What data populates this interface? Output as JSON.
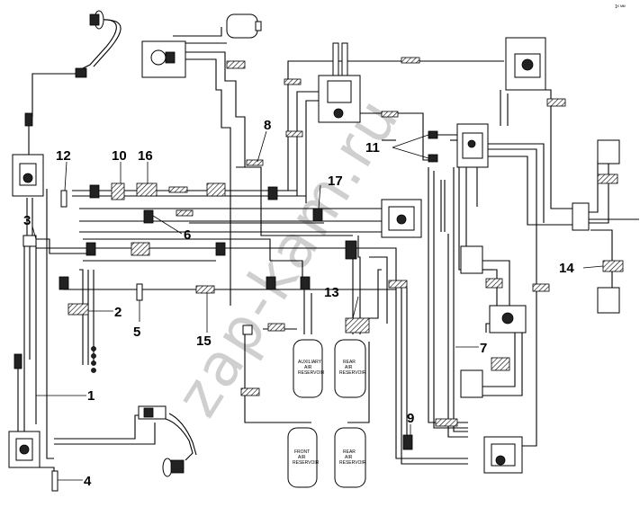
{
  "watermark": "zap-kam.ru",
  "corner_mark": "1ᴷ ᴹᴹ",
  "callouts": [
    {
      "id": "c1",
      "text": "1"
    },
    {
      "id": "c2",
      "text": "2"
    },
    {
      "id": "c3",
      "text": "3"
    },
    {
      "id": "c4",
      "text": "4"
    },
    {
      "id": "c5",
      "text": "5"
    },
    {
      "id": "c6",
      "text": "6"
    },
    {
      "id": "c7",
      "text": "7"
    },
    {
      "id": "c8",
      "text": "8"
    },
    {
      "id": "c9",
      "text": "9"
    },
    {
      "id": "c10",
      "text": "10"
    },
    {
      "id": "c11",
      "text": "11"
    },
    {
      "id": "c12",
      "text": "12"
    },
    {
      "id": "c13",
      "text": "13"
    },
    {
      "id": "c14",
      "text": "14"
    },
    {
      "id": "c15",
      "text": "15"
    },
    {
      "id": "c16",
      "text": "16"
    },
    {
      "id": "c17",
      "text": "17"
    }
  ],
  "tanks": [
    {
      "line1": "AUXILIARY",
      "line2": "AIR",
      "line3": "RESERVOIR"
    },
    {
      "line1": "REAR",
      "line2": "AIR",
      "line3": "RESERVOIR"
    },
    {
      "line1": "FRONT",
      "line2": "AIR",
      "line3": "RESERVOIR"
    },
    {
      "line1": "REAR",
      "line2": "AIR",
      "line3": "RESERVOIR"
    }
  ]
}
